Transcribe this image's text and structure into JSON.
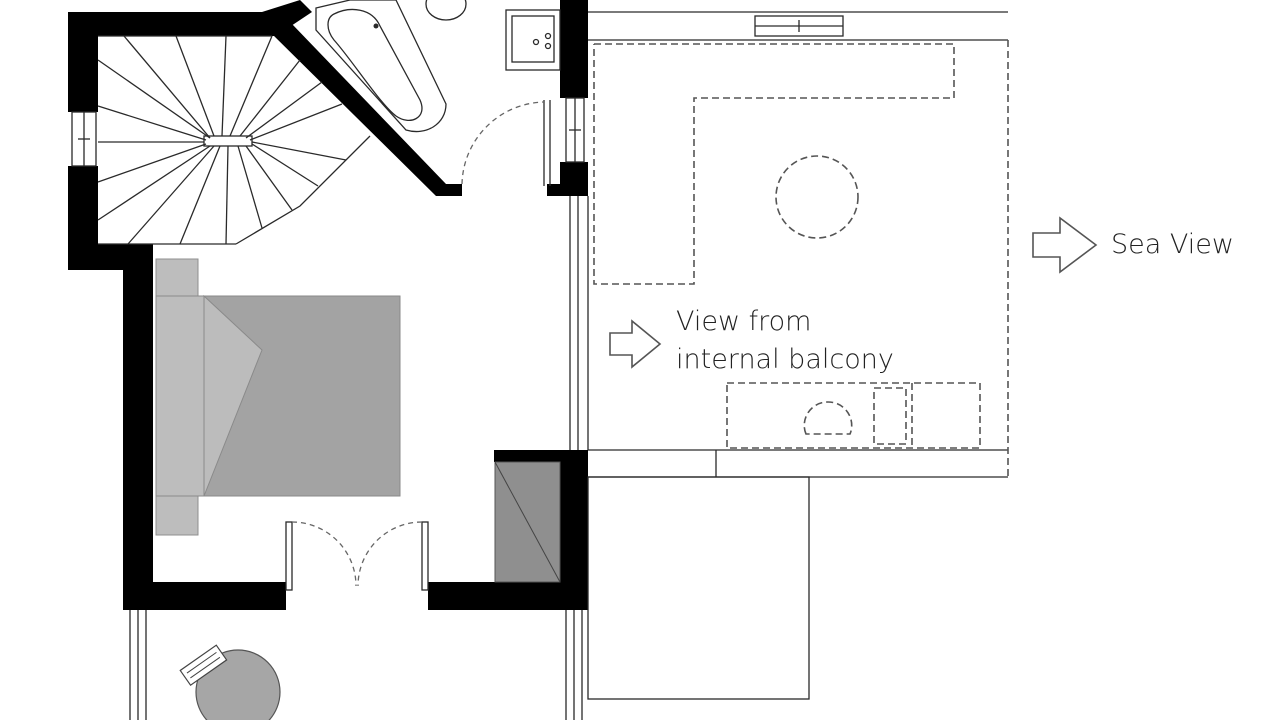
{
  "labels": {
    "sea_view": "Sea View",
    "balcony_view_line1": "View from",
    "balcony_view_line2": "internal balcony"
  },
  "colors": {
    "wall": "#000000",
    "line": "#2a2a2a",
    "bed_mattress": "#a3a3a3",
    "bed_headboard": "#bdbdbd",
    "wardrobe": "#8f8f8f",
    "table": "#a6a6a6",
    "background": "#ffffff"
  },
  "icons": {
    "sea_view_arrow": "arrow-right-outline",
    "balcony_view_arrow": "arrow-right-outline"
  }
}
